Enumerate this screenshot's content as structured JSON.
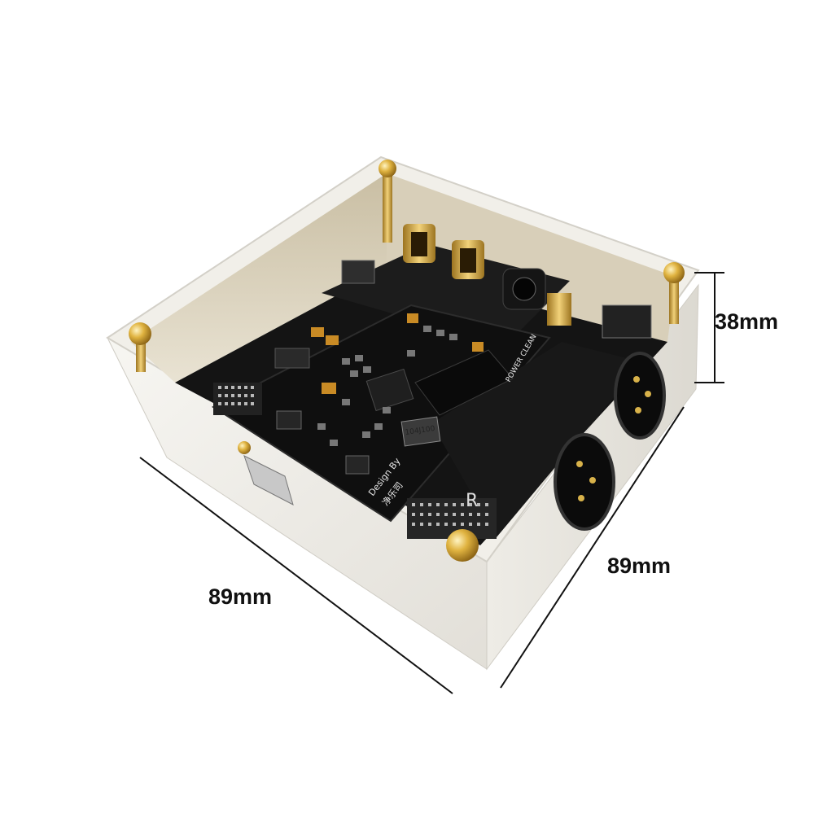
{
  "dimensions": {
    "height": "38mm",
    "width": "89mm",
    "depth": "89mm"
  },
  "board_markings": {
    "designer_line1": "Design By",
    "designer_line2": "净乐司",
    "power_label": "POWER CLEAN",
    "chip_code": "104J100",
    "channel_mark": "R"
  },
  "colors": {
    "enclosure": "#f3f1ec",
    "board": "#141414",
    "gold": "#d4a634",
    "smoked_lid": "#cfc4aa",
    "dimension_line": "#111111"
  }
}
